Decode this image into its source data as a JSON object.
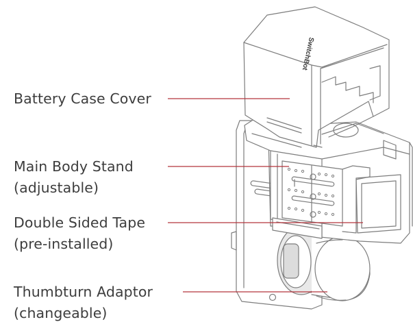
{
  "brand_text": "SwitchBot",
  "colors": {
    "leader_line": "#b5343c",
    "text": "#3d3d3d",
    "device_stroke": "#7d7d7d",
    "device_fill": "#ffffff",
    "knob_fill": "#e9e9e9"
  },
  "labels": {
    "battery_case_cover": {
      "line1": "Battery Case Cover"
    },
    "main_body_stand": {
      "line1": "Main Body Stand",
      "line2": "(adjustable)"
    },
    "double_sided_tape": {
      "line1": "Double Sided Tape",
      "line2": "(pre-installed)"
    },
    "thumbturn_adaptor": {
      "line1": "Thumbturn Adaptor",
      "line2": "(changeable)"
    }
  }
}
